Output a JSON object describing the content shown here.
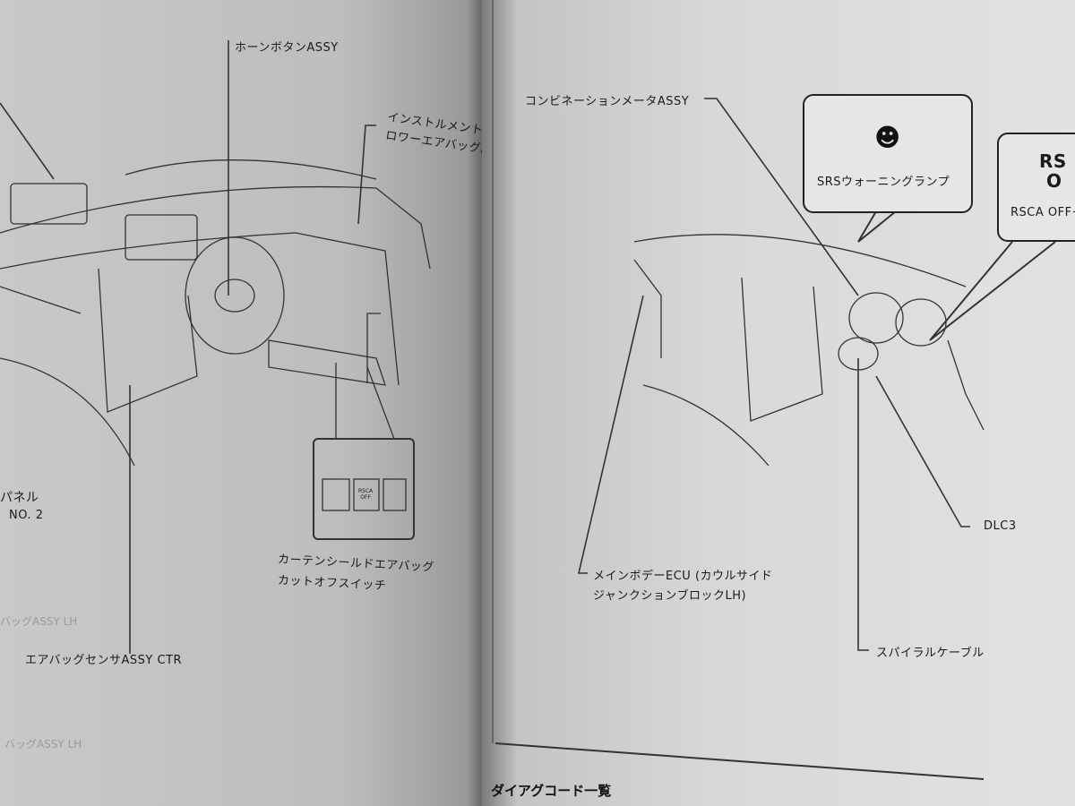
{
  "left_page": {
    "labels": {
      "horn_button": "ホーンボタンASSY",
      "instrument_panel_1": "インストルメントパネル",
      "instrument_panel_2": "ロワーエアバッグASSY",
      "panel": "パネル",
      "no2": "NO. 2",
      "curtain_switch_1": "カーテンシールドエアバッグ",
      "curtain_switch_2": "カットオフスイッチ",
      "airbag_sensor": "エアバッグセンサASSY CTR",
      "switch_text": "RSCA OFF",
      "faint_1": "バッグASSY LH",
      "faint_2": "バッグASSY LH"
    }
  },
  "right_page": {
    "labels": {
      "combination_meter": "コンビネーションメータASSY",
      "srs_lamp": "SRSウォーニングランプ",
      "rsca_big": "RS",
      "rsca_big2": "O",
      "rsca_off": "RSCA OFFイ",
      "dlc3": "DLC3",
      "main_body_ecu_1": "メインボデーECU (カウルサイド",
      "main_body_ecu_2": "ジャンクションブロックLH)",
      "spiral_cable": "スパイラルケーブル",
      "section_title": "ダイアグコード一覧"
    }
  },
  "icons": {
    "airbag": "airbag-warning-icon"
  }
}
